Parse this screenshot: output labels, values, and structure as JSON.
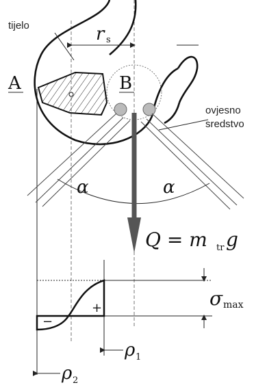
{
  "labels": {
    "tijelo": "tijelo",
    "rs_main": "r",
    "rs_sub": "s",
    "point_a": "A",
    "point_b": "B",
    "ovjesno_line1": "ovjesno",
    "ovjesno_line2": "sredstvo",
    "alpha_left": "α",
    "alpha_right": "α",
    "load_q": "Q = m",
    "load_sub": "tr",
    "load_g": " g",
    "sigma": "σ",
    "sigma_sub": "max",
    "minus_sign": "−",
    "plus_sign": "+",
    "rho1": "ρ",
    "rho1_sub": "1",
    "rho2": "ρ",
    "rho2_sub": "2"
  }
}
